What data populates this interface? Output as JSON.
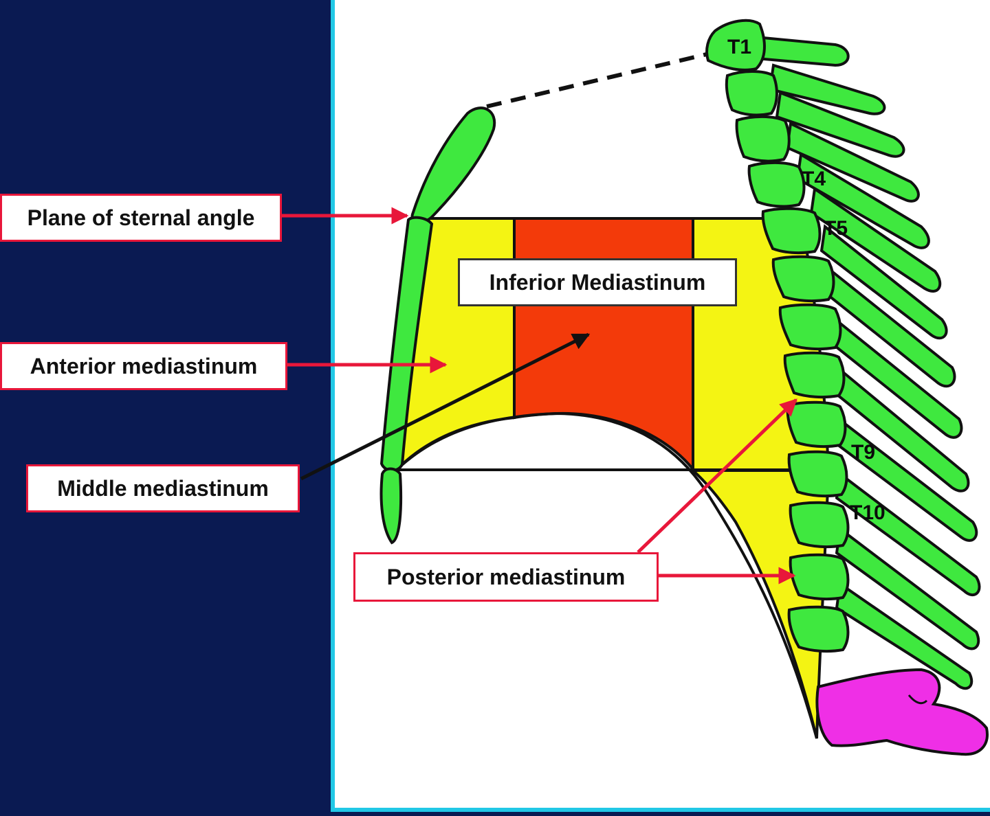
{
  "colors": {
    "background": "#0a1a52",
    "bone": "#3fe83f",
    "sacrum": "#ef2fe6",
    "anterior_posterior": "#f4f413",
    "middle": "#f33a0a",
    "arrow_red": "#e8173a",
    "outline": "#111111"
  },
  "labels": {
    "sternal_angle": "Plane of sternal angle",
    "anterior": "Anterior mediastinum",
    "middle": "Middle mediastinum",
    "inferior": "Inferior Mediastinum",
    "posterior": "Posterior mediastinum"
  },
  "vertebrae": {
    "t1": "T1",
    "t4": "T4",
    "t5": "T5",
    "t9": "T9",
    "t10": "T10"
  }
}
